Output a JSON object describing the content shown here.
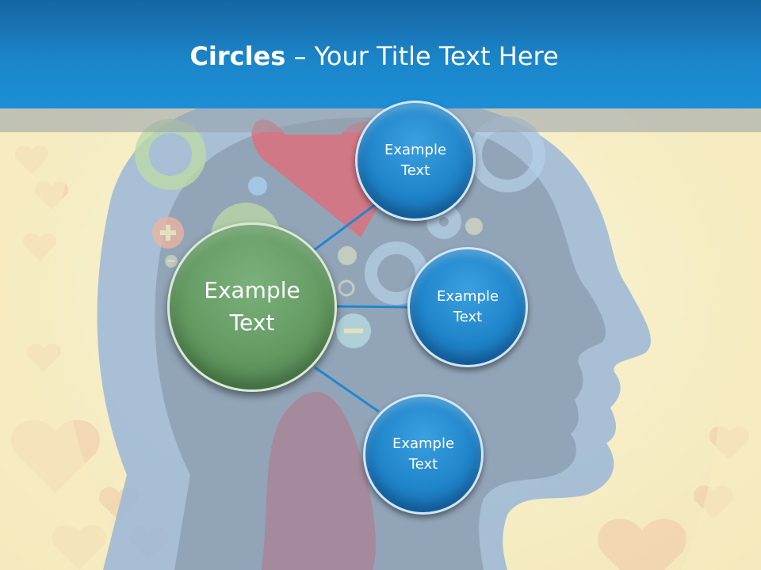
{
  "slide": {
    "title_bold": "Circles",
    "title_rest": " – Your Title Text Here"
  },
  "circles": {
    "center": {
      "label": "Example\nText"
    },
    "node_top": {
      "label": "Example\nText"
    },
    "node_middle": {
      "label": "Example\nText"
    },
    "node_bottom": {
      "label": "Example\nText"
    }
  },
  "colors": {
    "header_blue": "#1b85c9",
    "node_blue": "#1f84c9",
    "center_green": "#649a62",
    "connector": "#1e88d0",
    "background_cream": "#f7efc4"
  },
  "background_art": {
    "subject": "human-head-profile",
    "icons": [
      "gear-icon",
      "plus-icon",
      "minus-icon",
      "heart-icon"
    ]
  }
}
